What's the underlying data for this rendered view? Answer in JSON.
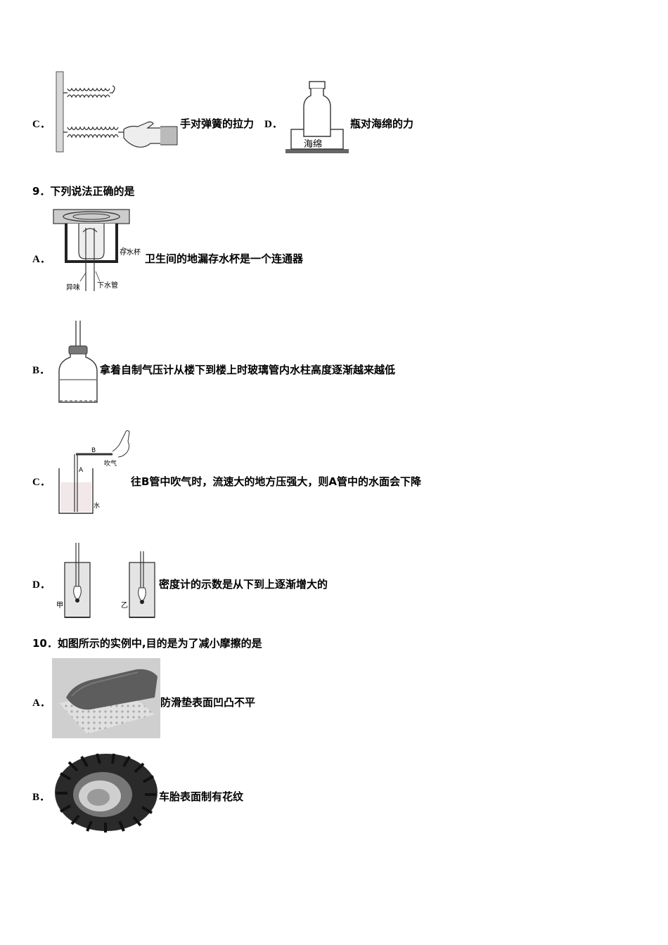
{
  "q8": {
    "optC": {
      "label": "C．",
      "text": "手对弹簧的拉力"
    },
    "optD": {
      "label": "D．",
      "text": "瓶对海绵的力",
      "figure_text": "海绵"
    }
  },
  "q9": {
    "stem": "9．下列说法正确的是",
    "optA": {
      "label": "A．",
      "text": "卫生间的地漏存水杯是一个连通器",
      "fig_labels": {
        "cup": "存水杯",
        "odor": "异味",
        "pipe": "下水管"
      }
    },
    "optB": {
      "label": "B．",
      "text": "拿着自制气压计从楼下到楼上时玻璃管内水柱高度逐渐越来越低"
    },
    "optC": {
      "label": "C．",
      "text": "往B管中吹气时，流速大的地方压强大，则A管中的水面会下降",
      "fig_labels": {
        "a": "A",
        "b": "B",
        "blow": "吹气",
        "water": "水"
      }
    },
    "optD": {
      "label": "D．",
      "text": "密度计的示数是从下到上逐渐增大的",
      "fig_labels": {
        "jia": "甲",
        "yi": "乙"
      }
    }
  },
  "q10": {
    "stem": "10．如图所示的实例中,目的是为了减小摩擦的是",
    "optA": {
      "label": "A．",
      "text": "防滑垫表面凹凸不平"
    },
    "optB": {
      "label": "B．",
      "text": "车胎表面制有花纹"
    }
  }
}
